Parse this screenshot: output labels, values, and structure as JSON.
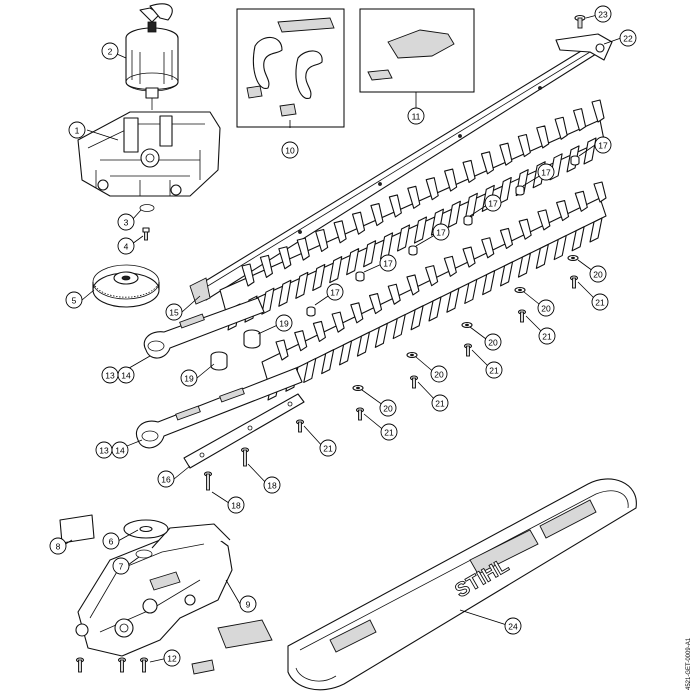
{
  "diagram": {
    "drawing_code": "4521-GET-0009-A1",
    "brand_text": "STIHL",
    "callouts": [
      "1",
      "2",
      "3",
      "4",
      "5",
      "6",
      "7",
      "8",
      "9",
      "10",
      "11",
      "12",
      "13",
      "14",
      "15",
      "16",
      "17",
      "18",
      "19",
      "20",
      "21",
      "22",
      "23",
      "24"
    ]
  }
}
